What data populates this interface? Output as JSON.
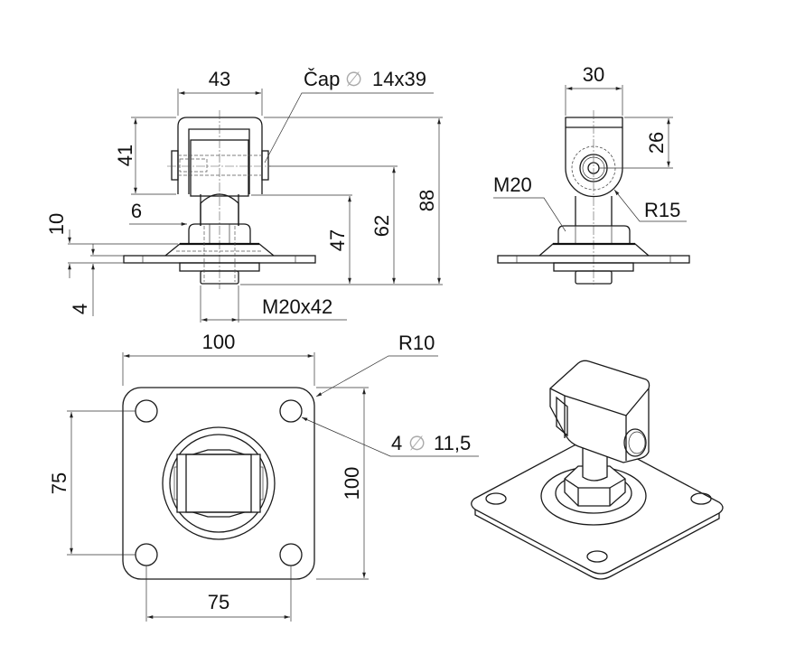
{
  "front_view": {
    "width_label": "43",
    "pin_label_prefix": "Čap",
    "pin_label_diameter_symbol": "∅",
    "pin_label_value": "14x39",
    "height_41": "41",
    "offset_6": "6",
    "height_10": "10",
    "thickness_4": "4",
    "height_47": "47",
    "height_62": "62",
    "total_height_88": "88",
    "thread_label": "M20x42"
  },
  "side_view": {
    "width_label": "30",
    "height_26": "26",
    "nut_label": "M20",
    "radius_label": "R15"
  },
  "top_view": {
    "plate_width": "100",
    "plate_height": "100",
    "hole_spacing_vertical": "75",
    "hole_spacing_horizontal": "75",
    "corner_radius": "R10",
    "holes_label_count": "4",
    "holes_label_symbol": "∅",
    "holes_label_value": "11,5"
  },
  "iso_view": {
    "description": "Isometric view of hinge on square base plate"
  }
}
